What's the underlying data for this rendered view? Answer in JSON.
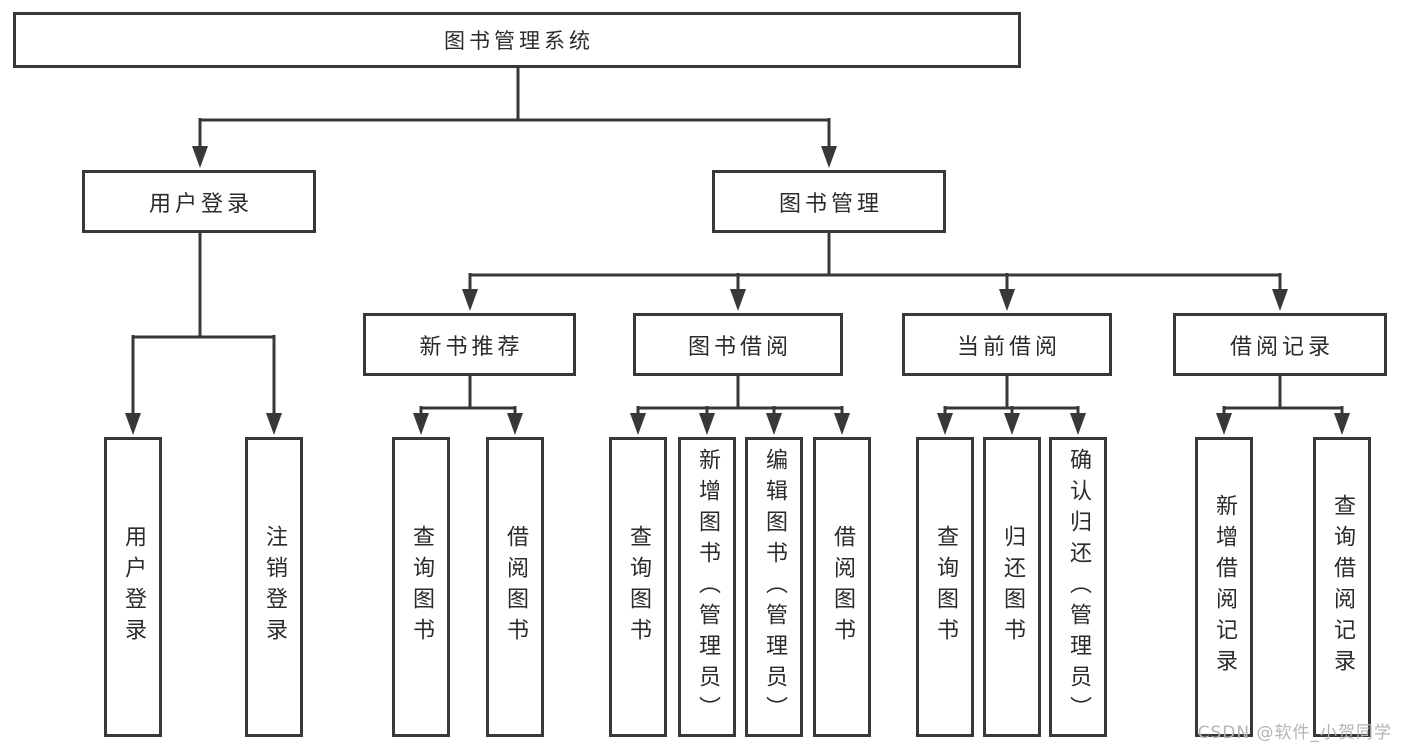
{
  "diagram": {
    "type": "tree",
    "title": "图书管理系统",
    "nodes": {
      "root": {
        "label": "图书管理系统"
      },
      "user_login": {
        "label": "用户登录",
        "parent": "图书管理系统"
      },
      "book_mgmt": {
        "label": "图书管理",
        "parent": "图书管理系统"
      },
      "new_book": {
        "label": "新书推荐",
        "parent": "图书管理"
      },
      "borrow": {
        "label": "图书借阅",
        "parent": "图书管理"
      },
      "current": {
        "label": "当前借阅",
        "parent": "图书管理"
      },
      "records": {
        "label": "借阅记录",
        "parent": "图书管理"
      }
    },
    "leaves": [
      {
        "label": "用户登录",
        "parent": "用户登录"
      },
      {
        "label": "注销登录",
        "parent": "用户登录"
      },
      {
        "label": "查询图书",
        "parent": "新书推荐"
      },
      {
        "label": "借阅图书",
        "parent": "新书推荐"
      },
      {
        "label": "查询图书",
        "parent": "图书借阅"
      },
      {
        "label": "新增图书（管理员）",
        "parent": "图书借阅"
      },
      {
        "label": "编辑图书（管理员）",
        "parent": "图书借阅"
      },
      {
        "label": "借阅图书",
        "parent": "图书借阅"
      },
      {
        "label": "查询图书",
        "parent": "当前借阅"
      },
      {
        "label": "归还图书",
        "parent": "当前借阅"
      },
      {
        "label": "确认归还（管理员）",
        "parent": "当前借阅"
      },
      {
        "label": "新增借阅记录",
        "parent": "借阅记录"
      },
      {
        "label": "查询借阅记录",
        "parent": "借阅记录"
      }
    ],
    "watermark": "CSDN @软件_小贺同学",
    "colors": {
      "line": "#383838",
      "text": "#2b2b2b",
      "box_fill": "#ffffff",
      "watermark": "#b5b5b5",
      "background": "#ffffff"
    }
  }
}
